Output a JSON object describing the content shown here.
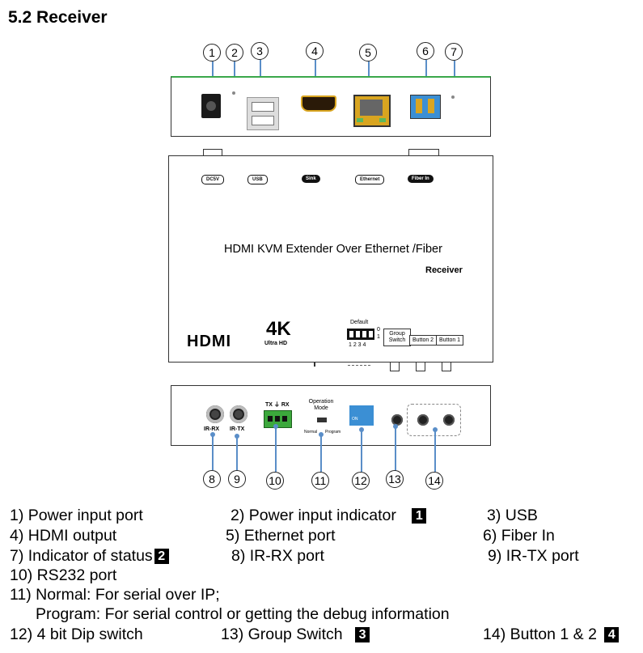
{
  "heading": "5.2 Receiver",
  "top_callouts": [
    "1",
    "2",
    "3",
    "4",
    "5",
    "6",
    "7"
  ],
  "bottom_callouts": [
    "8",
    "9",
    "10",
    "11",
    "12",
    "13",
    "14"
  ],
  "device": {
    "port_labels": [
      "DC5V",
      "USB",
      "Sink",
      "Ethernet",
      "Fiber In"
    ],
    "title": "HDMI KVM Extender Over Ethernet /Fiber",
    "subtitle": "Receiver",
    "hdmi_logo": "HDMI",
    "logo_4k": "4K",
    "logo_4k_sub": "Ultra HD",
    "dip_default": "Default",
    "dip_zero": "0",
    "dip_one": "1",
    "dip_numbers": "1 2 3 4",
    "group_switch_label": "Group Switch",
    "button2_label": "Button 2",
    "button1_label": "Button 1"
  },
  "rear": {
    "ir_rx": "IR-RX",
    "ir_tx": "IR-TX",
    "rs232": "TX ⏚ RX",
    "operation_mode": "Operation Mode",
    "normal": "Normal",
    "program": "Program",
    "dip_on": "ON"
  },
  "legend": {
    "row1": {
      "a": "1) Power input port",
      "b": "2) Power input indicator",
      "b_badge": "1",
      "c": "3) USB"
    },
    "row2": {
      "a": "4) HDMI output",
      "b": "5) Ethernet port",
      "c": "6) Fiber In"
    },
    "row3": {
      "a": "7) Indicator of status",
      "a_badge": "2",
      "b": "8) IR-RX port",
      "c": "9) IR-TX port"
    },
    "row4": "10) RS232 port",
    "row5": "11) Normal: For serial over IP;",
    "row6": "Program: For serial control or getting the debug information",
    "row7": {
      "a": "12) 4 bit Dip switch",
      "b": "13) Group Switch",
      "b_badge": "3",
      "c": "14) Button 1 & 2",
      "c_badge": "4"
    }
  },
  "colors": {
    "leader": "#5a8ec8",
    "panel_edge": "#3aa84a",
    "connector_gold": "#d9a520",
    "connector_blue": "#3b8fd4",
    "terminal_green": "#3ca83c"
  }
}
